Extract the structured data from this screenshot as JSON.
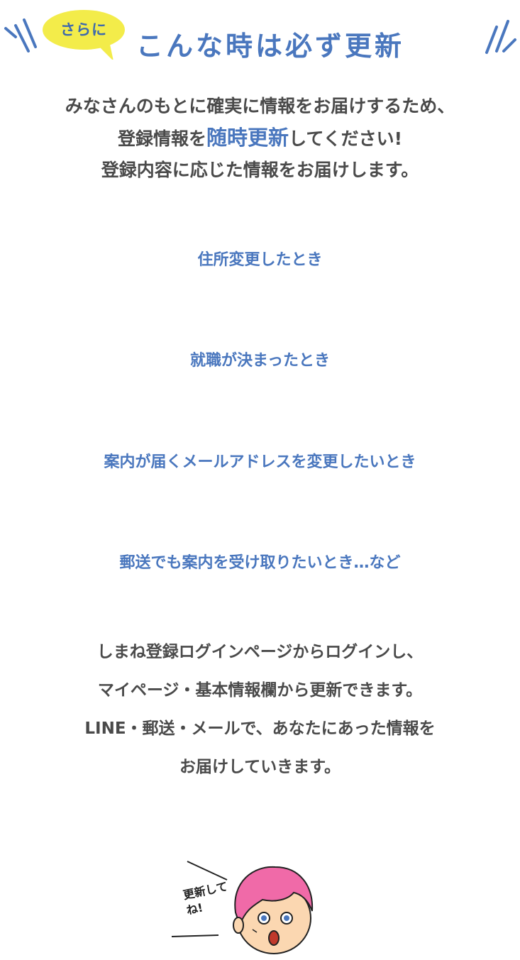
{
  "header": {
    "tag_label": "さらに",
    "title": "こんな時は必ず更新",
    "tag_color": "#f3ec4a",
    "accent_color": "#4a77be"
  },
  "intro": {
    "line1": "みなさんのもとに確実に情報をお届けするため、",
    "line2_before": "登録情報を",
    "line2_emphasis": "随時更新",
    "line2_after": "してください!",
    "line3": "登録内容に応じた情報をお届けします。"
  },
  "cases": [
    "住所変更したとき",
    "就職が決まったとき",
    "案内が届くメールアドレスを変更したいとき",
    "郵送でも案内を受け取りたいとき…など"
  ],
  "outro": {
    "line1": "しまね登録ログインページからログインし、",
    "line2": "マイページ・基本情報欄から更新できます。",
    "line3": "LINE・郵送・メールで、あなたにあった情報を",
    "line4": "お届けしていきます。"
  },
  "mascot": {
    "speech": "更新してね!",
    "hair_color": "#f06aa8",
    "skin_color": "#fbd7b1"
  }
}
